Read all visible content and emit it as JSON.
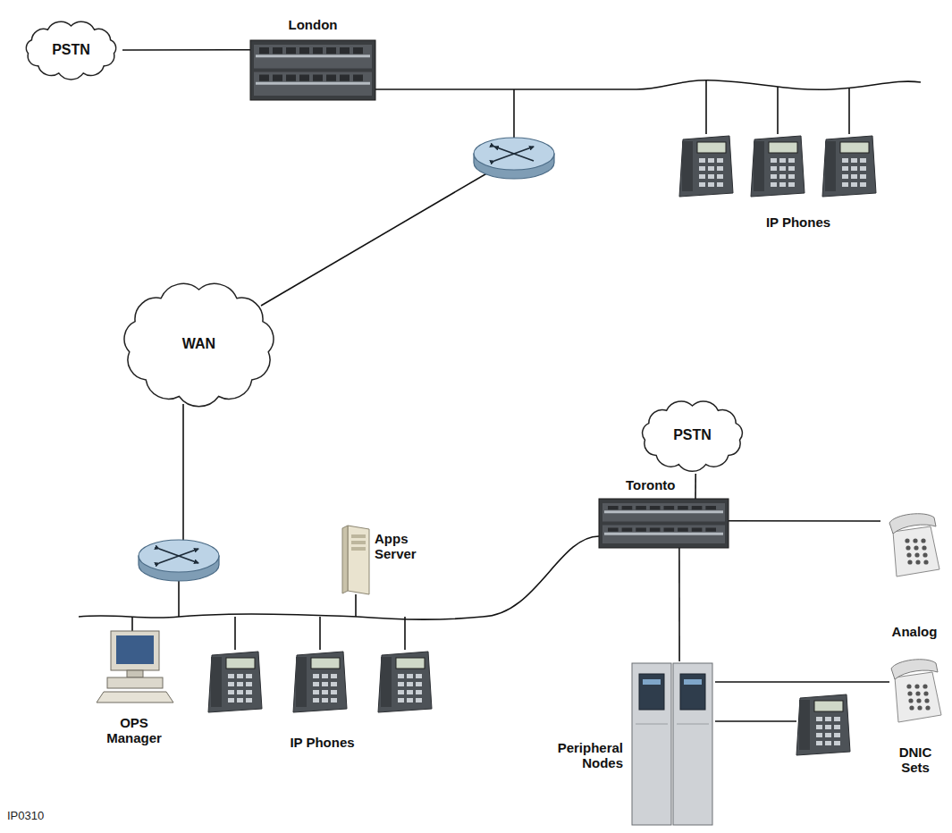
{
  "diagram": {
    "nodes": [
      {
        "text": [
          "PSTN"
        ]
      },
      {
        "text": [
          "London"
        ]
      },
      {
        "text": [
          "IP Phones"
        ]
      },
      {
        "text": [
          "WAN"
        ]
      },
      {
        "text": [
          "Apps Server"
        ]
      },
      {
        "text": [
          "PSTN"
        ]
      },
      {
        "text": [
          "Toronto"
        ]
      },
      {
        "text": [
          "Analog"
        ]
      },
      {
        "text": [
          "OPS Manager"
        ]
      },
      {
        "text": [
          "IP Phones"
        ]
      },
      {
        "text": [
          "Peripheral Nodes"
        ]
      },
      {
        "text": [
          "DNIC Sets"
        ]
      }
    ],
    "edges": [
      {
        "from": 0,
        "to": 1,
        "arrow": "none"
      },
      {
        "from": 5,
        "to": 6,
        "arrow": "none"
      },
      {
        "from": 6,
        "to": 7,
        "arrow": "none"
      },
      {
        "from": 6,
        "to": 10,
        "arrow": "none"
      },
      {
        "from": 10,
        "to": 11,
        "arrow": "none"
      },
      {
        "from": 10,
        "to": 11,
        "arrow": "none"
      }
    ],
    "labels": [
      "IP0310"
    ]
  }
}
